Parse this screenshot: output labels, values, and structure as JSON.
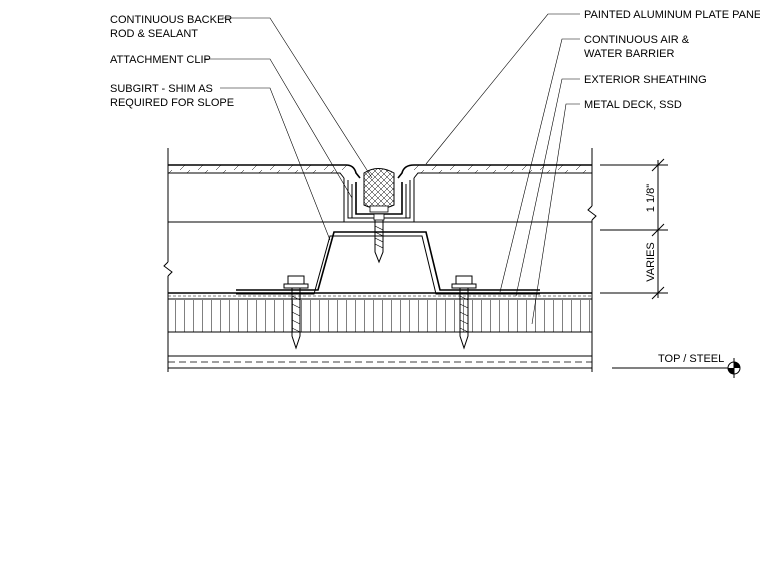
{
  "callouts": {
    "backer_rod_line1": "CONTINUOUS BACKER",
    "backer_rod_line2": "ROD & SEALANT",
    "attachment_clip": "ATTACHMENT CLIP",
    "subgirt_line1": "SUBGIRT - SHIM AS",
    "subgirt_line2": "REQUIRED FOR SLOPE",
    "panel": "PAINTED ALUMINUM PLATE PANEL",
    "air_barrier_line1": "CONTINUOUS AIR &",
    "air_barrier_line2": "WATER BARRIER",
    "sheathing": "EXTERIOR SHEATHING",
    "metal_deck": "METAL DECK, SSD"
  },
  "dimensions": {
    "panel_depth": "1 1/8\"",
    "subgirt_depth": "VARIES"
  },
  "datum": {
    "label": "TOP / STEEL"
  }
}
